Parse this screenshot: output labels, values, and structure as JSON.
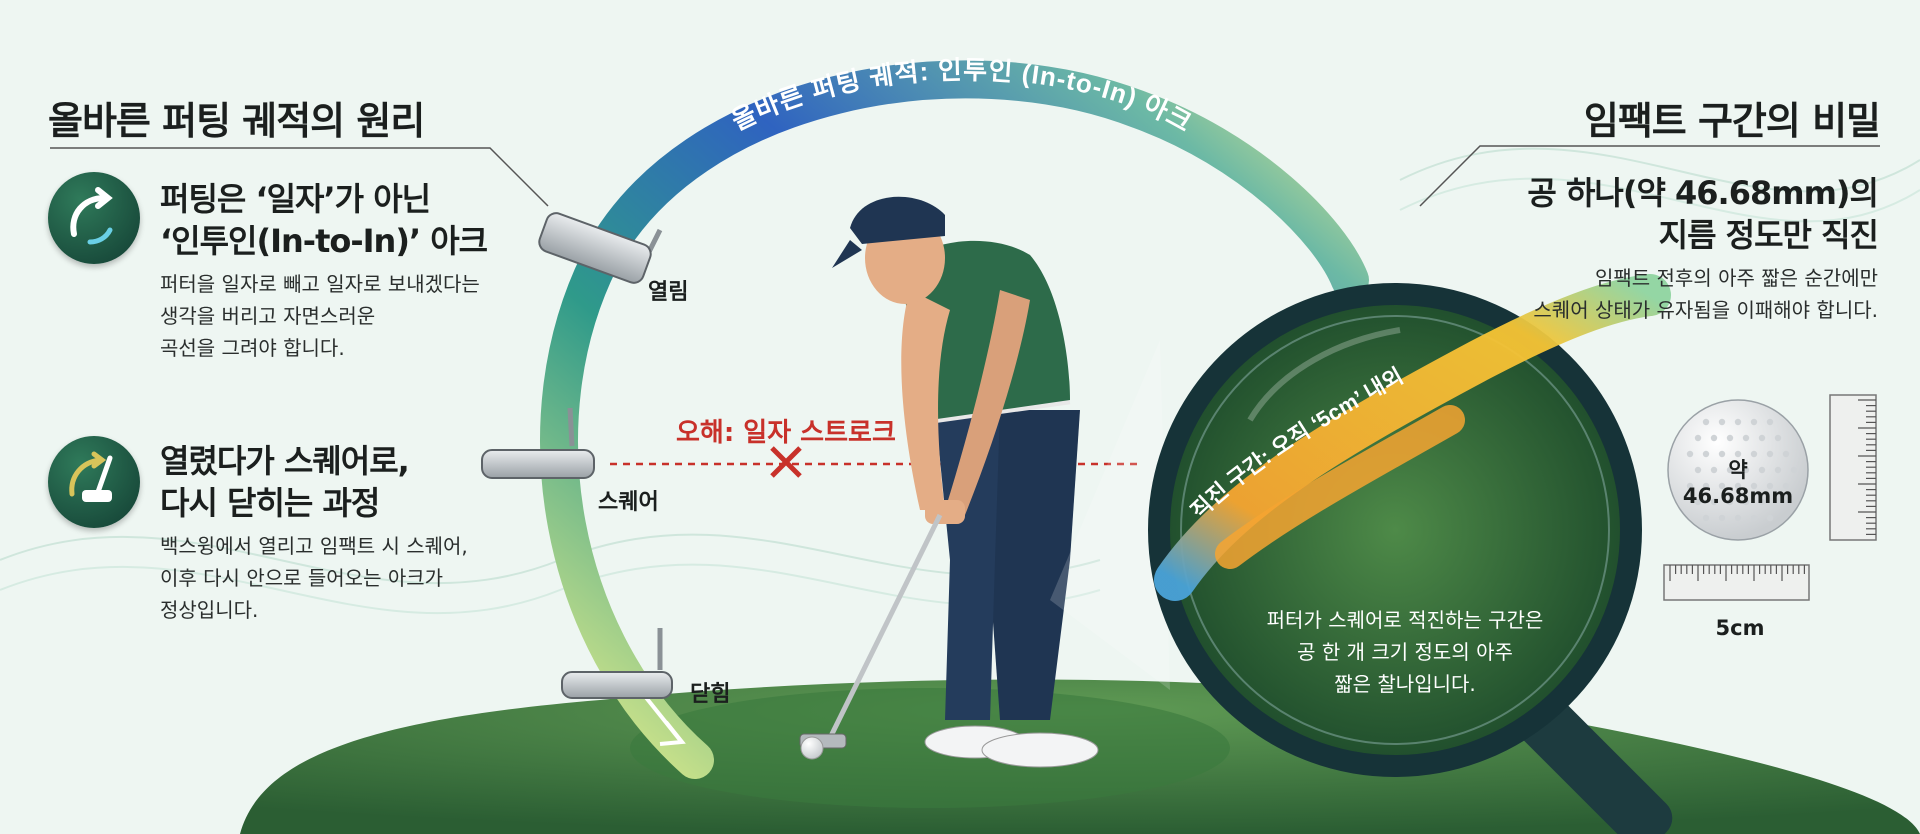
{
  "arc": {
    "title": "올바른 퍼팅 궤적: 인투인 (In-to-In) 아크",
    "labels": {
      "open": "열림",
      "square": "스퀘어",
      "closed": "닫힘"
    },
    "myth": "오해: 일자 스트로크"
  },
  "left": {
    "heading": "올바른 퍼팅 궤적의 원리",
    "items": [
      {
        "icon": "curved-arrow-icon",
        "title_lines": [
          "퍼팅은 ‘일자’가 아닌",
          "‘인투인(In-to-In)’ 아크"
        ],
        "body_lines": [
          "퍼터을 일자로 빼고 일자로 보내겠다는",
          "생각을 버리고 자면스러운",
          "곡선을 그려야 합니다."
        ]
      },
      {
        "icon": "putter-swing-icon",
        "title_lines": [
          "열렸다가 스퀘어로,",
          "다시 닫히는 과정"
        ],
        "body_lines": [
          "백스윙에서 열리고 임팩트 시 스퀘어,",
          "이후 다시 안으로 들어오는 아크가",
          "정상입니다."
        ]
      }
    ]
  },
  "right": {
    "heading": "임팩트 구간의 비밀",
    "title_lines": [
      "공 하나(약 46.68mm)의",
      "지름 정도만 직진"
    ],
    "body_lines": [
      "임팩트 전후의 아주 짧은 순간에만",
      "스퀘어 상태가 유자됨을 이패해야 합니다."
    ],
    "ball_label": "약 46.68mm",
    "ruler_label": "5cm"
  },
  "lens": {
    "zone_label": "직진 구간: 오직 ‘5cm’ 내외",
    "caption_lines": [
      "퍼터가 스퀘어로 적진하는 구간은",
      "공 한 개 크기 정도의 아주",
      "짧은 찰나입니다."
    ]
  },
  "colors": {
    "dark_green": "#15503d",
    "arc_blue": "#2f63c0",
    "arc_yellow": "#ecec8a",
    "myth_red": "#c8312a",
    "straight_zone_orange": "#f6a531"
  }
}
